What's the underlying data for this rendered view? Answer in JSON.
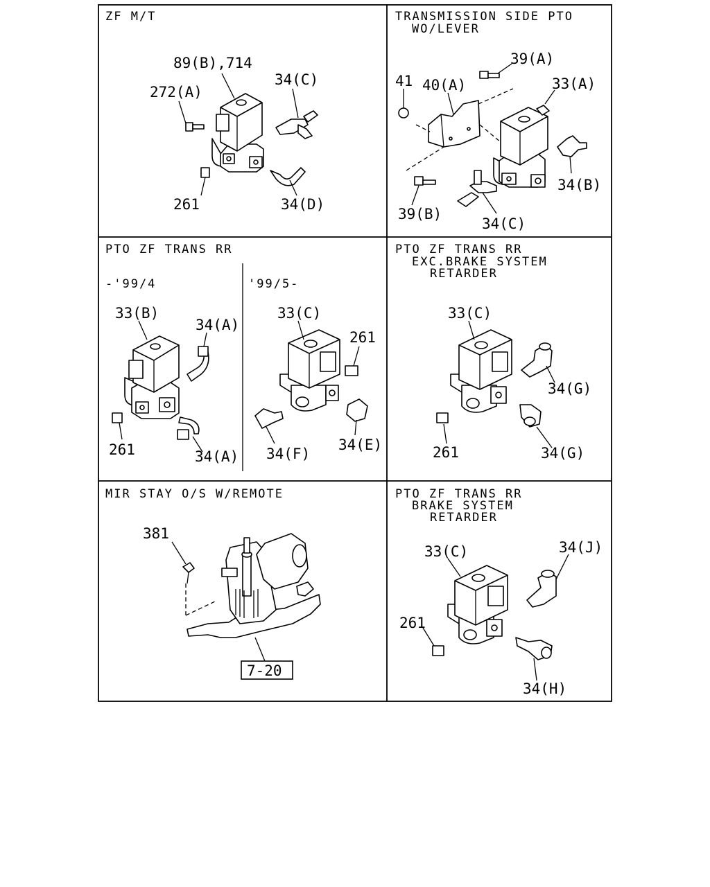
{
  "panels": [
    {
      "title_lines": [
        "ZF M/T"
      ],
      "labels": [
        "89(B),714",
        "272(A)",
        "34(C)",
        "261",
        "34(D)"
      ]
    },
    {
      "title_lines": [
        "TRANSMISSION SIDE PTO",
        "WO/LEVER"
      ],
      "labels": [
        "39(A)",
        "41",
        "40(A)",
        "33(A)",
        "34(B)",
        "39(B)",
        "34(C)"
      ]
    },
    {
      "title_lines": [
        "PTO ZF TRANS RR"
      ],
      "sub_left": "-'99/4",
      "sub_right": "'99/5-",
      "labels": [
        "33(B)",
        "34(A)",
        "261",
        "34(A)",
        "33(C)",
        "261",
        "34(F)",
        "34(E)"
      ]
    },
    {
      "title_lines": [
        "PTO ZF TRANS RR",
        "EXC.BRAKE SYSTEM",
        "RETARDER"
      ],
      "labels": [
        "33(C)",
        "34(G)",
        "261",
        "34(G)"
      ]
    },
    {
      "title_lines": [
        "MIR STAY O/S W/REMOTE"
      ],
      "labels": [
        "381"
      ],
      "ref": "7-20"
    },
    {
      "title_lines": [
        "PTO ZF TRANS RR",
        "BRAKE SYSTEM",
        "RETARDER"
      ],
      "labels": [
        "33(C)",
        "34(J)",
        "261",
        "34(H)"
      ]
    }
  ]
}
